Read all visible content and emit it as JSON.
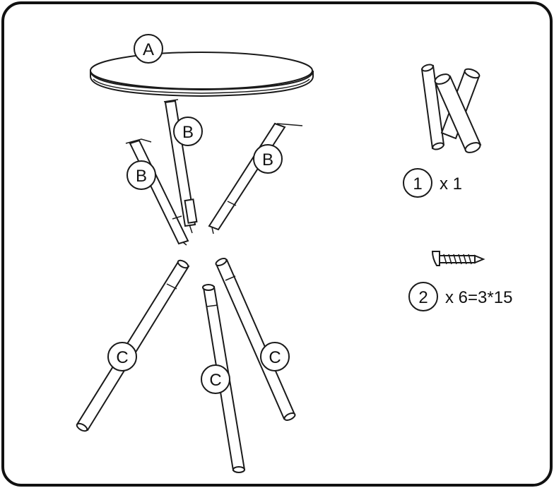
{
  "parts": {
    "A": "A",
    "B": "B",
    "C": "C"
  },
  "hardware": [
    {
      "number": "1",
      "quantity": "x 1",
      "icon": "tube-connector-icon"
    },
    {
      "number": "2",
      "quantity": "x 6=3*15",
      "icon": "screw-icon"
    }
  ]
}
